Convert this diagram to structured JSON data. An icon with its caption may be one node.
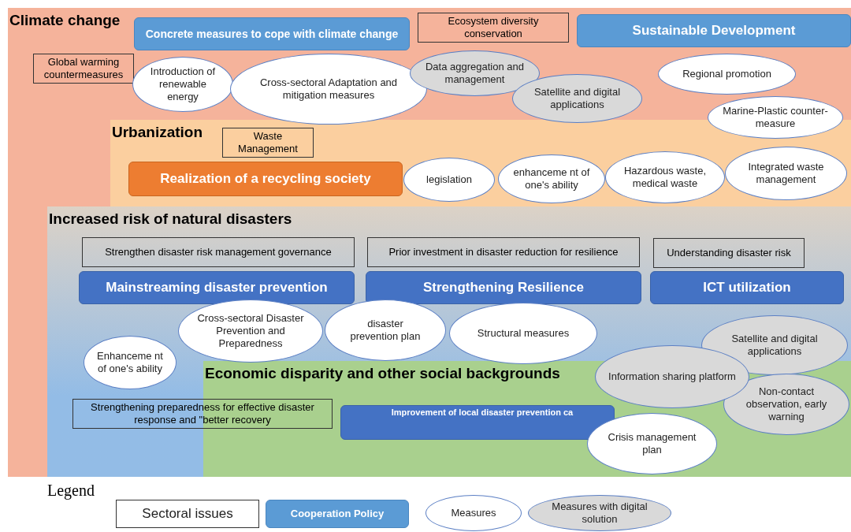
{
  "diagram": {
    "nodes": [
      {
        "text": [
          "Climate change"
        ]
      },
      {
        "text": [
          "Concrete measures to cope with climate change"
        ],
        "in": 0
      },
      {
        "text": [
          "Ecosystem diversity conservation"
        ],
        "in": 0
      },
      {
        "text": [
          "Sustainable Development"
        ],
        "in": 0
      },
      {
        "text": [
          "Global warming countermeasures"
        ],
        "in": 0
      },
      {
        "text": [
          "Introduction of renewable energy"
        ],
        "in": 0
      },
      {
        "text": [
          "Cross-sectoral Adaptation and mitigation measures"
        ],
        "in": 0
      },
      {
        "text": [
          "Data aggregation and management"
        ],
        "in": 0
      },
      {
        "text": [
          "Satellite and digital applications"
        ],
        "in": 0
      },
      {
        "text": [
          "Regional promotion"
        ],
        "in": 0
      },
      {
        "text": [
          "Marine-Plastic counter-measure"
        ],
        "in": 0
      },
      {
        "text": [
          "Urbanization"
        ],
        "in": 0
      },
      {
        "text": [
          "Waste Management"
        ],
        "in": 11
      },
      {
        "text": [
          "Realization of a recycling society"
        ],
        "in": 11
      },
      {
        "text": [
          "legislation"
        ],
        "in": 11
      },
      {
        "text": [
          "enhanceme nt of one's ability"
        ],
        "in": 11
      },
      {
        "text": [
          "Hazardous waste, medical waste"
        ],
        "in": 11
      },
      {
        "text": [
          "Integrated waste management"
        ],
        "in": 11
      },
      {
        "text": [
          "Increased risk of natural disasters"
        ],
        "in": 0
      },
      {
        "text": [
          "Strengthen disaster risk management governance"
        ],
        "in": 18
      },
      {
        "text": [
          "Prior investment in disaster reduction for resilience"
        ],
        "in": 18
      },
      {
        "text": [
          "Understanding disaster risk"
        ],
        "in": 18
      },
      {
        "text": [
          "Mainstreaming disaster prevention"
        ],
        "in": 18
      },
      {
        "text": [
          "Strengthening Resilience"
        ],
        "in": 18
      },
      {
        "text": [
          "ICT utilization"
        ],
        "in": 18
      },
      {
        "text": [
          "Cross-sectoral Disaster Prevention and Preparedness"
        ],
        "in": 18
      },
      {
        "text": [
          "disaster prevention plan"
        ],
        "in": 18
      },
      {
        "text": [
          "Structural measures"
        ],
        "in": 18
      },
      {
        "text": [
          "Enhanceme nt of one's ability"
        ],
        "in": 18
      },
      {
        "text": [
          "Satellite and digital applications"
        ],
        "in": 18
      },
      {
        "text": [
          "Economic disparity and other social backgrounds"
        ],
        "in": 18
      },
      {
        "text": [
          "Strengthening preparedness for effective disaster response and \"better recovery"
        ],
        "in": 18
      },
      {
        "text": [
          "Improvement of local disaster prevention ca"
        ],
        "in": 30
      },
      {
        "text": [
          "Information sharing platform"
        ],
        "in": 18
      },
      {
        "text": [
          "Non-contact observation, early warning"
        ],
        "in": 30
      },
      {
        "text": [
          "Crisis management plan"
        ],
        "in": 30
      }
    ],
    "labels": [
      "Legend"
    ],
    "legend": [
      {
        "text": "Sectoral issues"
      },
      {
        "text": "Cooperation Policy",
        "color": "#5b9bd5"
      },
      {
        "text": "Measures"
      },
      {
        "text": "Measures with digital solution"
      }
    ]
  }
}
